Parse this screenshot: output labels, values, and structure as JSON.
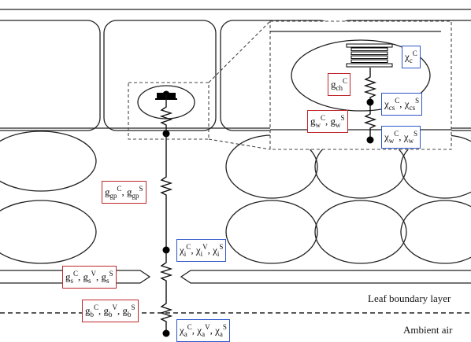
{
  "labels": {
    "leaf_boundary_layer": "Leaf boundary layer",
    "ambient_air": "Ambient air"
  },
  "boxes": {
    "chi_c": {
      "html": "&chi;<sub>c</sub><sup>C</sup>"
    },
    "g_ch": {
      "html": "g<sub>ch</sub><sup>C</sup>"
    },
    "chi_cs": {
      "html": "&chi;<sub>cs</sub><sup>C</sup>, &chi;<sub>cs</sub><sup>S</sup>"
    },
    "g_w": {
      "html": "g<sub>w</sub><sup>C</sup>, g<sub>w</sub><sup>S</sup>"
    },
    "chi_w": {
      "html": "&chi;<sub>w</sub><sup>C</sup>, &chi;<sub>w</sub><sup>S</sup>"
    },
    "g_gp": {
      "html": "g<sub>gp</sub><sup>C</sup>, g<sub>gp</sub><sup>S</sup>"
    },
    "chi_i": {
      "html": "&chi;<sub>i</sub><sup>C</sup>, &chi;<sub>i</sub><sup>V</sup>, &chi;<sub>i</sub><sup>S</sup>"
    },
    "g_s": {
      "html": "g<sub>s</sub><sup>C</sup>, g<sub>s</sub><sup>V</sup>, g<sub>s</sub><sup>S</sup>"
    },
    "g_b": {
      "html": "g<sub>b</sub><sup>C</sup>, g<sub>b</sub><sup>V</sup>, g<sub>b</sub><sup>S</sup>"
    },
    "chi_a": {
      "html": "&chi;<sub>a</sub><sup>C</sup>, &chi;<sub>a</sub><sup>V</sup>, &chi;<sub>a</sub><sup>S</sup>"
    }
  },
  "colors": {
    "conductance_border": "#c0262b",
    "concentration_border": "#2d55c8",
    "line": "#111111"
  }
}
